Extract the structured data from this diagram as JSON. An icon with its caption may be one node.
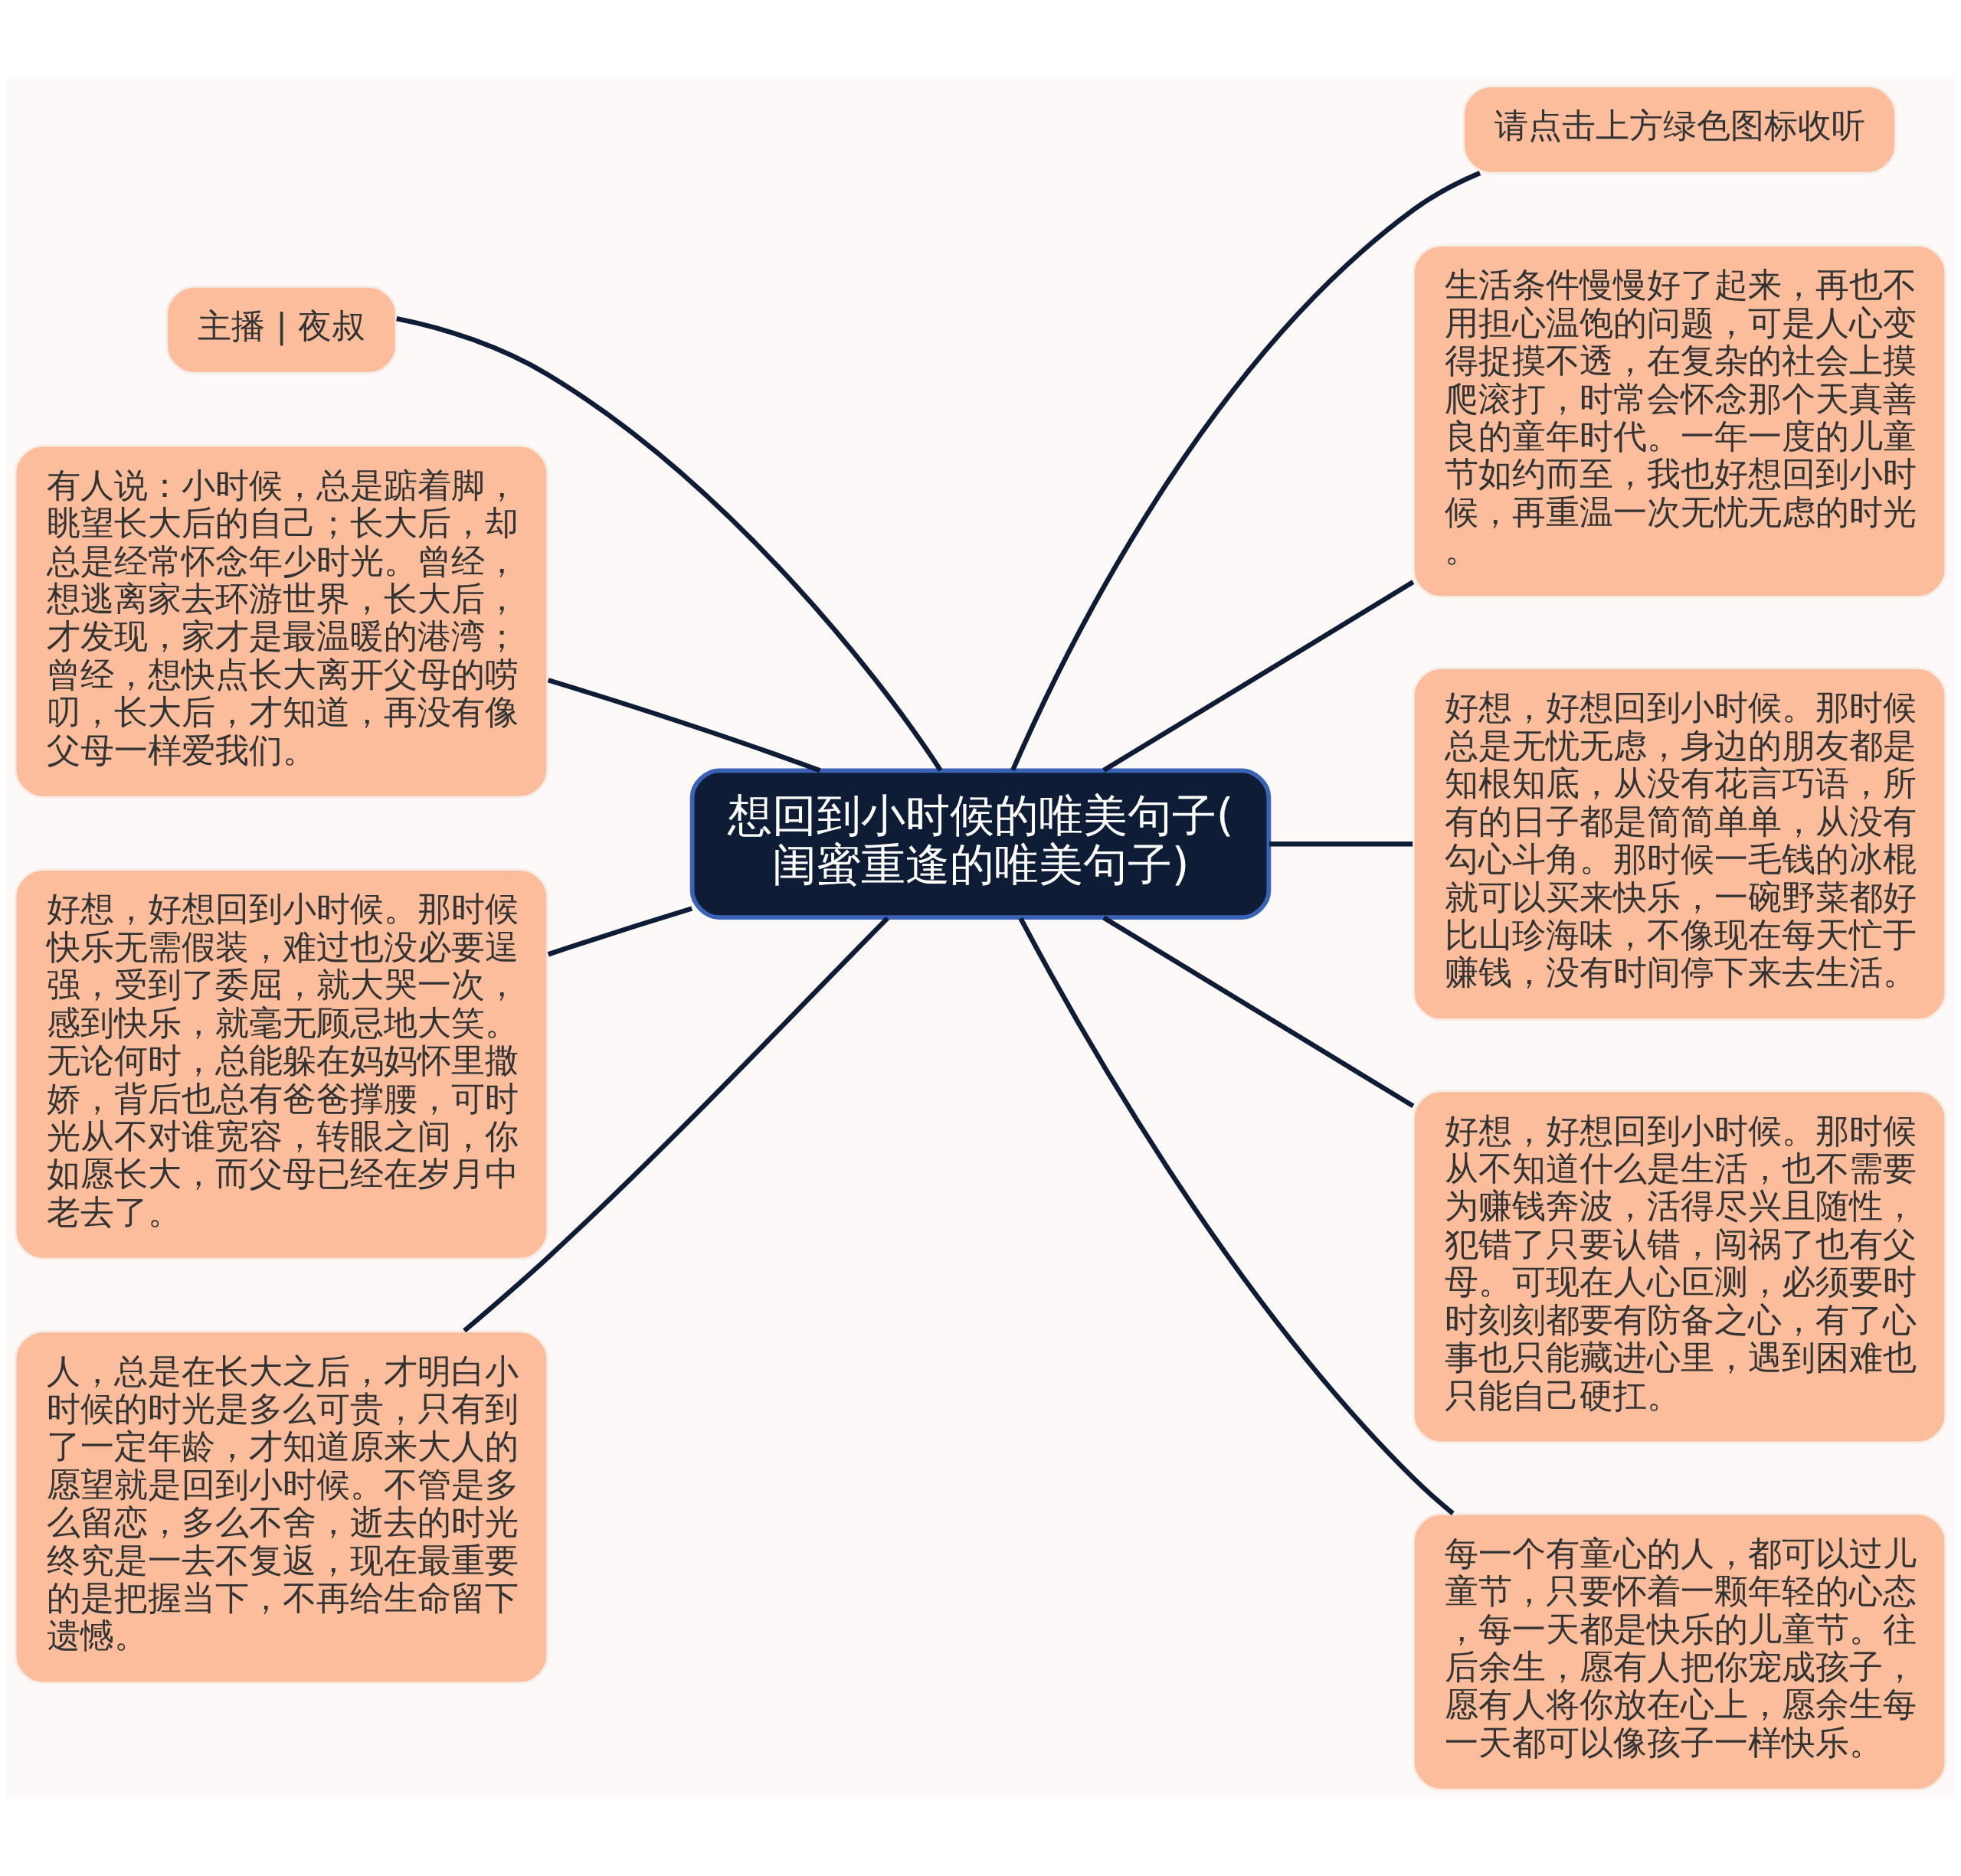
{
  "diagram": {
    "nodes": [
      {
        "text": [
          "想回到小时候的唯美句子(闺蜜重逢的唯美句子)"
        ]
      },
      {
        "text": [
          "主播 | 夜叔"
        ]
      },
      {
        "text": [
          "有人说：小时候，总是踮着脚，眺望长大后的自己；长大后，却总是经常怀念年少时光。曾经，想逃离家去环游世界，长大后，才发现，家才是最温暖的港湾；曾经，想快点长大离开父母的唠叨，长大后，才知道，再没有像父母一样爱我们。"
        ]
      },
      {
        "text": [
          "好想，好想回到小时候。那时候快乐无需假装，难过也没必要逞强，受到了委屈，就大哭一次，感到快乐，就毫无顾忌地大笑。无论何时，总能躲在妈妈怀里撒娇，背后也总有爸爸撑腰，可时光从不对谁宽容，转眼之间，你如愿长大，而父母已经在岁月中老去了。"
        ]
      },
      {
        "text": [
          "人，总是在长大之后，才明白小时候的时光是多么可贵，只有到了一定年龄，才知道原来大人的愿望就是回到小时候。不管是多么留恋，多么不舍，逝去的时光终究是一去不复返，现在最重要的是把握当下，不再给生命留下遗憾。"
        ]
      },
      {
        "text": [
          "请点击上方绿色图标收听"
        ]
      },
      {
        "text": [
          "生活条件慢慢好了起来，再也不用担心温饱的问题，可是人心变得捉摸不透，在复杂的社会上摸爬滚打，时常会怀念那个天真善良的童年时代。一年一度的儿童节如约而至，我也好想回到小时候，再重温一次无忧无虑的时光。"
        ]
      },
      {
        "text": [
          "好想，好想回到小时候。那时候总是无忧无虑，身边的朋友都是知根知底，从没有花言巧语，所有的日子都是简简单单，从没有勾心斗角。那时候一毛钱的冰棍就可以买来快乐，一碗野菜都好比山珍海味，不像现在每天忙于赚钱，没有时间停下来去生活。"
        ]
      },
      {
        "text": [
          "好想，好想回到小时候。那时候从不知道什么是生活，也不需要为赚钱奔波，活得尽兴且随性，犯错了只要认错，闯祸了也有父母。可现在人心叵测，必须要时时刻刻都要有防备之心，有了心事也只能藏进心里，遇到困难也只能自己硬扛。"
        ]
      },
      {
        "text": [
          "每一个有童心的人，都可以过儿童节，只要怀着一颗年轻的心态，每一天都是快乐的儿童节。往后余生，愿有人把你宠成孩子，愿有人将你放在心上，愿余生每一天都可以像孩子一样快乐。"
        ]
      }
    ],
    "edges": [
      {
        "from": 0,
        "to": 1,
        "arrow": "none"
      },
      {
        "from": 0,
        "to": 2,
        "arrow": "none"
      },
      {
        "from": 0,
        "to": 3,
        "arrow": "none"
      },
      {
        "from": 0,
        "to": 4,
        "arrow": "none"
      },
      {
        "from": 0,
        "to": 5,
        "arrow": "none"
      },
      {
        "from": 0,
        "to": 6,
        "arrow": "none"
      },
      {
        "from": 0,
        "to": 7,
        "arrow": "none"
      },
      {
        "from": 0,
        "to": 8,
        "arrow": "none"
      },
      {
        "from": 0,
        "to": 9,
        "arrow": "none"
      }
    ]
  }
}
